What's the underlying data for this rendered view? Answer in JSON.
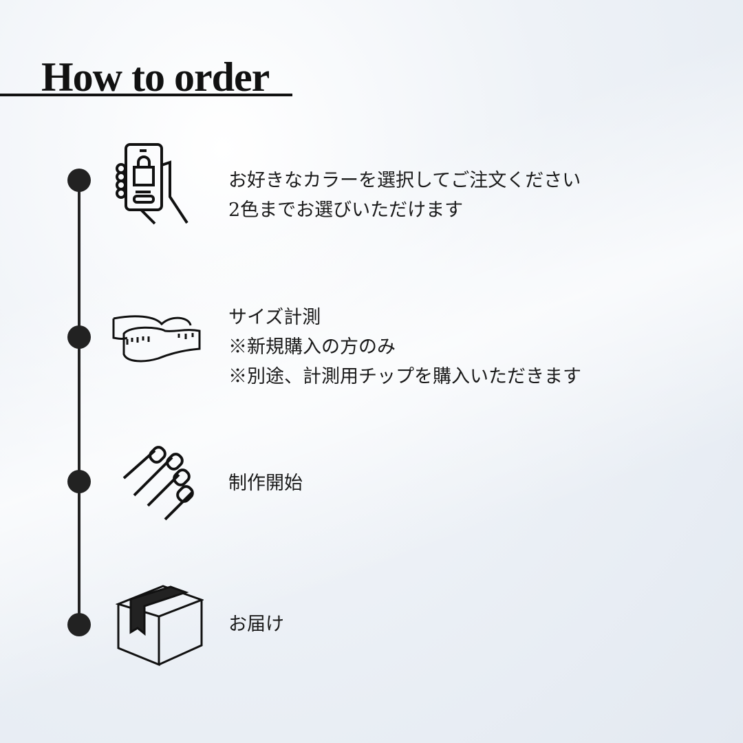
{
  "title": "How to order",
  "steps": [
    {
      "icon": "smartphone-shopping-icon",
      "lines": [
        "お好きなカラーを選択してご注文ください",
        "2色までお選びいただけます"
      ]
    },
    {
      "icon": "measuring-tape-icon",
      "lines": [
        "サイズ計測",
        "※新規購入の方のみ",
        "※別途、計測用チップを購入いただきます"
      ]
    },
    {
      "icon": "nails-icon",
      "lines": [
        "制作開始"
      ]
    },
    {
      "icon": "package-box-icon",
      "lines": [
        "お届け"
      ]
    }
  ]
}
